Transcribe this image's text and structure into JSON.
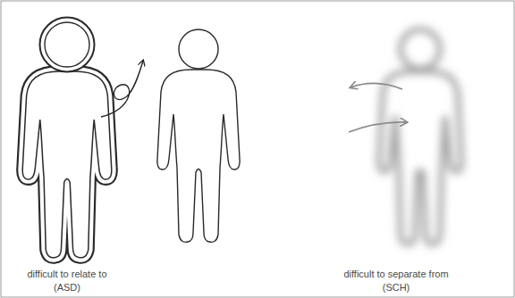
{
  "diagram": {
    "labels": [
      "difficult to relate to",
      "(ASD)",
      "difficult to separate from",
      "(SCH)"
    ]
  }
}
